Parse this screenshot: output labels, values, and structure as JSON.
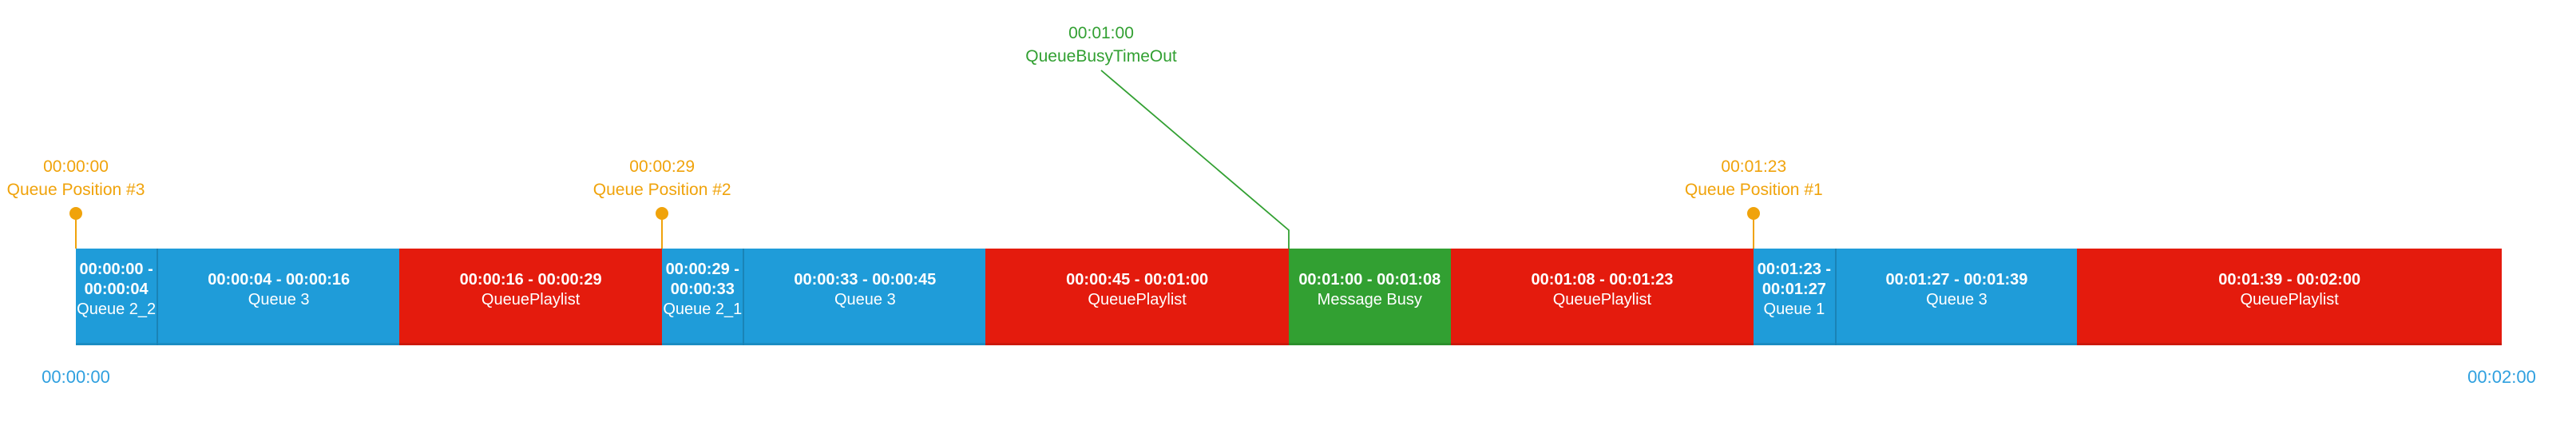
{
  "chart_data": {
    "type": "timeline",
    "title": "",
    "axis": {
      "start": "00:00:00",
      "end": "00:02:00",
      "orientation": "horizontal",
      "grid": false
    },
    "segments": [
      {
        "start": "00:00:00",
        "end": "00:00:04",
        "label": "Queue 2_2",
        "color": "blue"
      },
      {
        "start": "00:00:04",
        "end": "00:00:16",
        "label": "Queue 3",
        "color": "blue"
      },
      {
        "start": "00:00:16",
        "end": "00:00:29",
        "label": "QueuePlaylist",
        "color": "red"
      },
      {
        "start": "00:00:29",
        "end": "00:00:33",
        "label": "Queue 2_1",
        "color": "blue"
      },
      {
        "start": "00:00:33",
        "end": "00:00:45",
        "label": "Queue 3",
        "color": "blue"
      },
      {
        "start": "00:00:45",
        "end": "00:01:00",
        "label": "QueuePlaylist",
        "color": "red"
      },
      {
        "start": "00:01:00",
        "end": "00:01:08",
        "label": "Message Busy",
        "color": "green"
      },
      {
        "start": "00:01:08",
        "end": "00:01:23",
        "label": "QueuePlaylist",
        "color": "red"
      },
      {
        "start": "00:01:23",
        "end": "00:01:27",
        "label": "Queue 1",
        "color": "blue"
      },
      {
        "start": "00:01:27",
        "end": "00:01:39",
        "label": "Queue 3",
        "color": "blue"
      },
      {
        "start": "00:01:39",
        "end": "00:02:00",
        "label": "QueuePlaylist",
        "color": "red"
      }
    ],
    "markers": [
      {
        "time": "00:00:00",
        "label": "Queue Position #3",
        "color": "orange"
      },
      {
        "time": "00:00:29",
        "label": "Queue Position #2",
        "color": "orange"
      },
      {
        "time": "00:01:23",
        "label": "Queue Position #1",
        "color": "orange"
      }
    ],
    "callout": {
      "time": "00:01:00",
      "label": "QueueBusyTimeOut",
      "color": "green"
    },
    "colors": {
      "blue": "#1F9CD9",
      "red": "#E41B0D",
      "green": "#32A032",
      "orange": "#F0A30B",
      "axis_label": "#2FA0DF",
      "segment_text": "#FFFFFF"
    }
  }
}
